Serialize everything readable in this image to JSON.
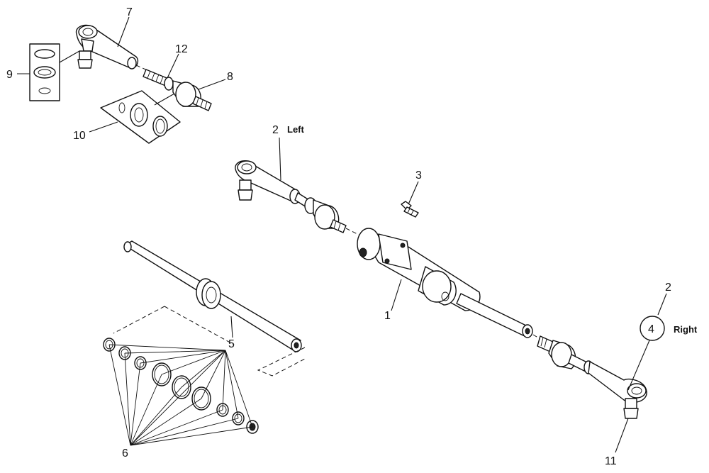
{
  "labels": {
    "l1": "1",
    "l2_left": "2",
    "l2_right": "2",
    "l3": "3",
    "l4": "4",
    "l5": "5",
    "l6": "6",
    "l7": "7",
    "l8": "8",
    "l9": "9",
    "l10": "10",
    "l11": "11",
    "l12": "12"
  },
  "side_labels": {
    "left": "Left",
    "right": "Right"
  }
}
